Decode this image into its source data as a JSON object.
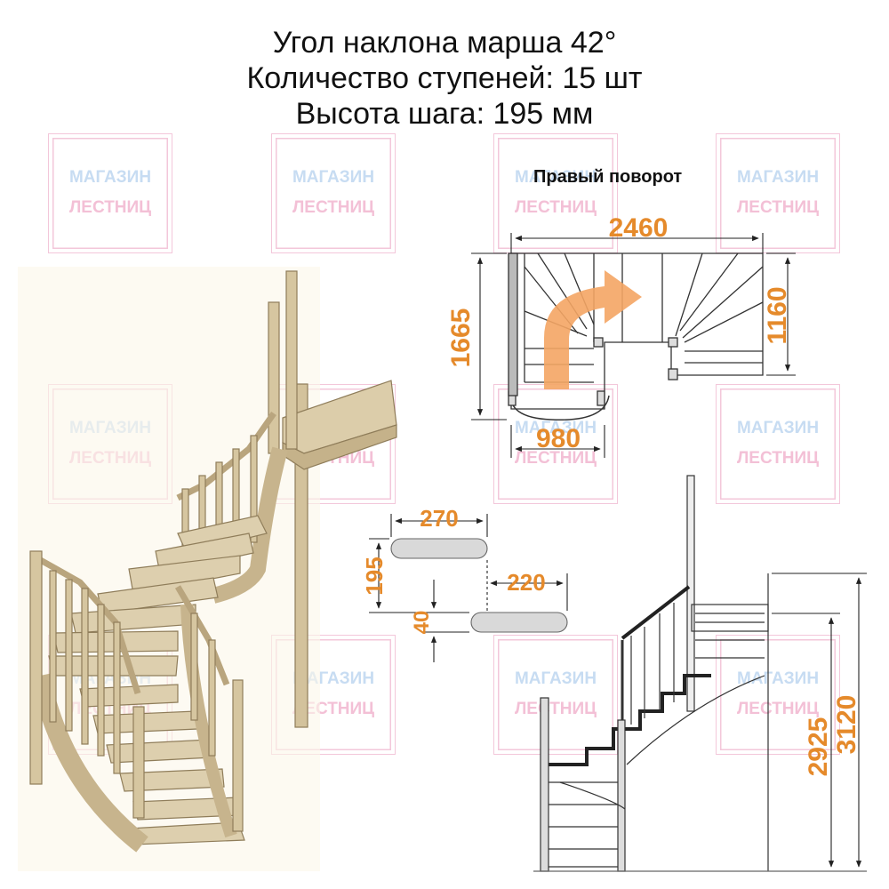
{
  "header": {
    "line1": "Угол наклона марша 42°",
    "line2": "Количество ступеней: 15 шт",
    "line3": "Высота шага: 195 мм"
  },
  "watermark": {
    "line1": "МАГАЗИН",
    "line2": "ЛЕСТНИЦ"
  },
  "plan": {
    "caption": "Правый поворот",
    "width": "2460",
    "depth": "1665",
    "landing_depth": "1160",
    "flight_width": "980"
  },
  "step": {
    "tread_depth": "270",
    "step_height": "195",
    "going": "220",
    "tread_thickness": "40"
  },
  "elevation": {
    "height_floor": "2925",
    "height_total": "3120"
  },
  "colors": {
    "dimension": "#e58a2b",
    "wood": "#d9c9a6",
    "arrow": "#f0a060",
    "watermark_blue": "#c7dcf2",
    "watermark_pink": "#f3c0d6"
  }
}
